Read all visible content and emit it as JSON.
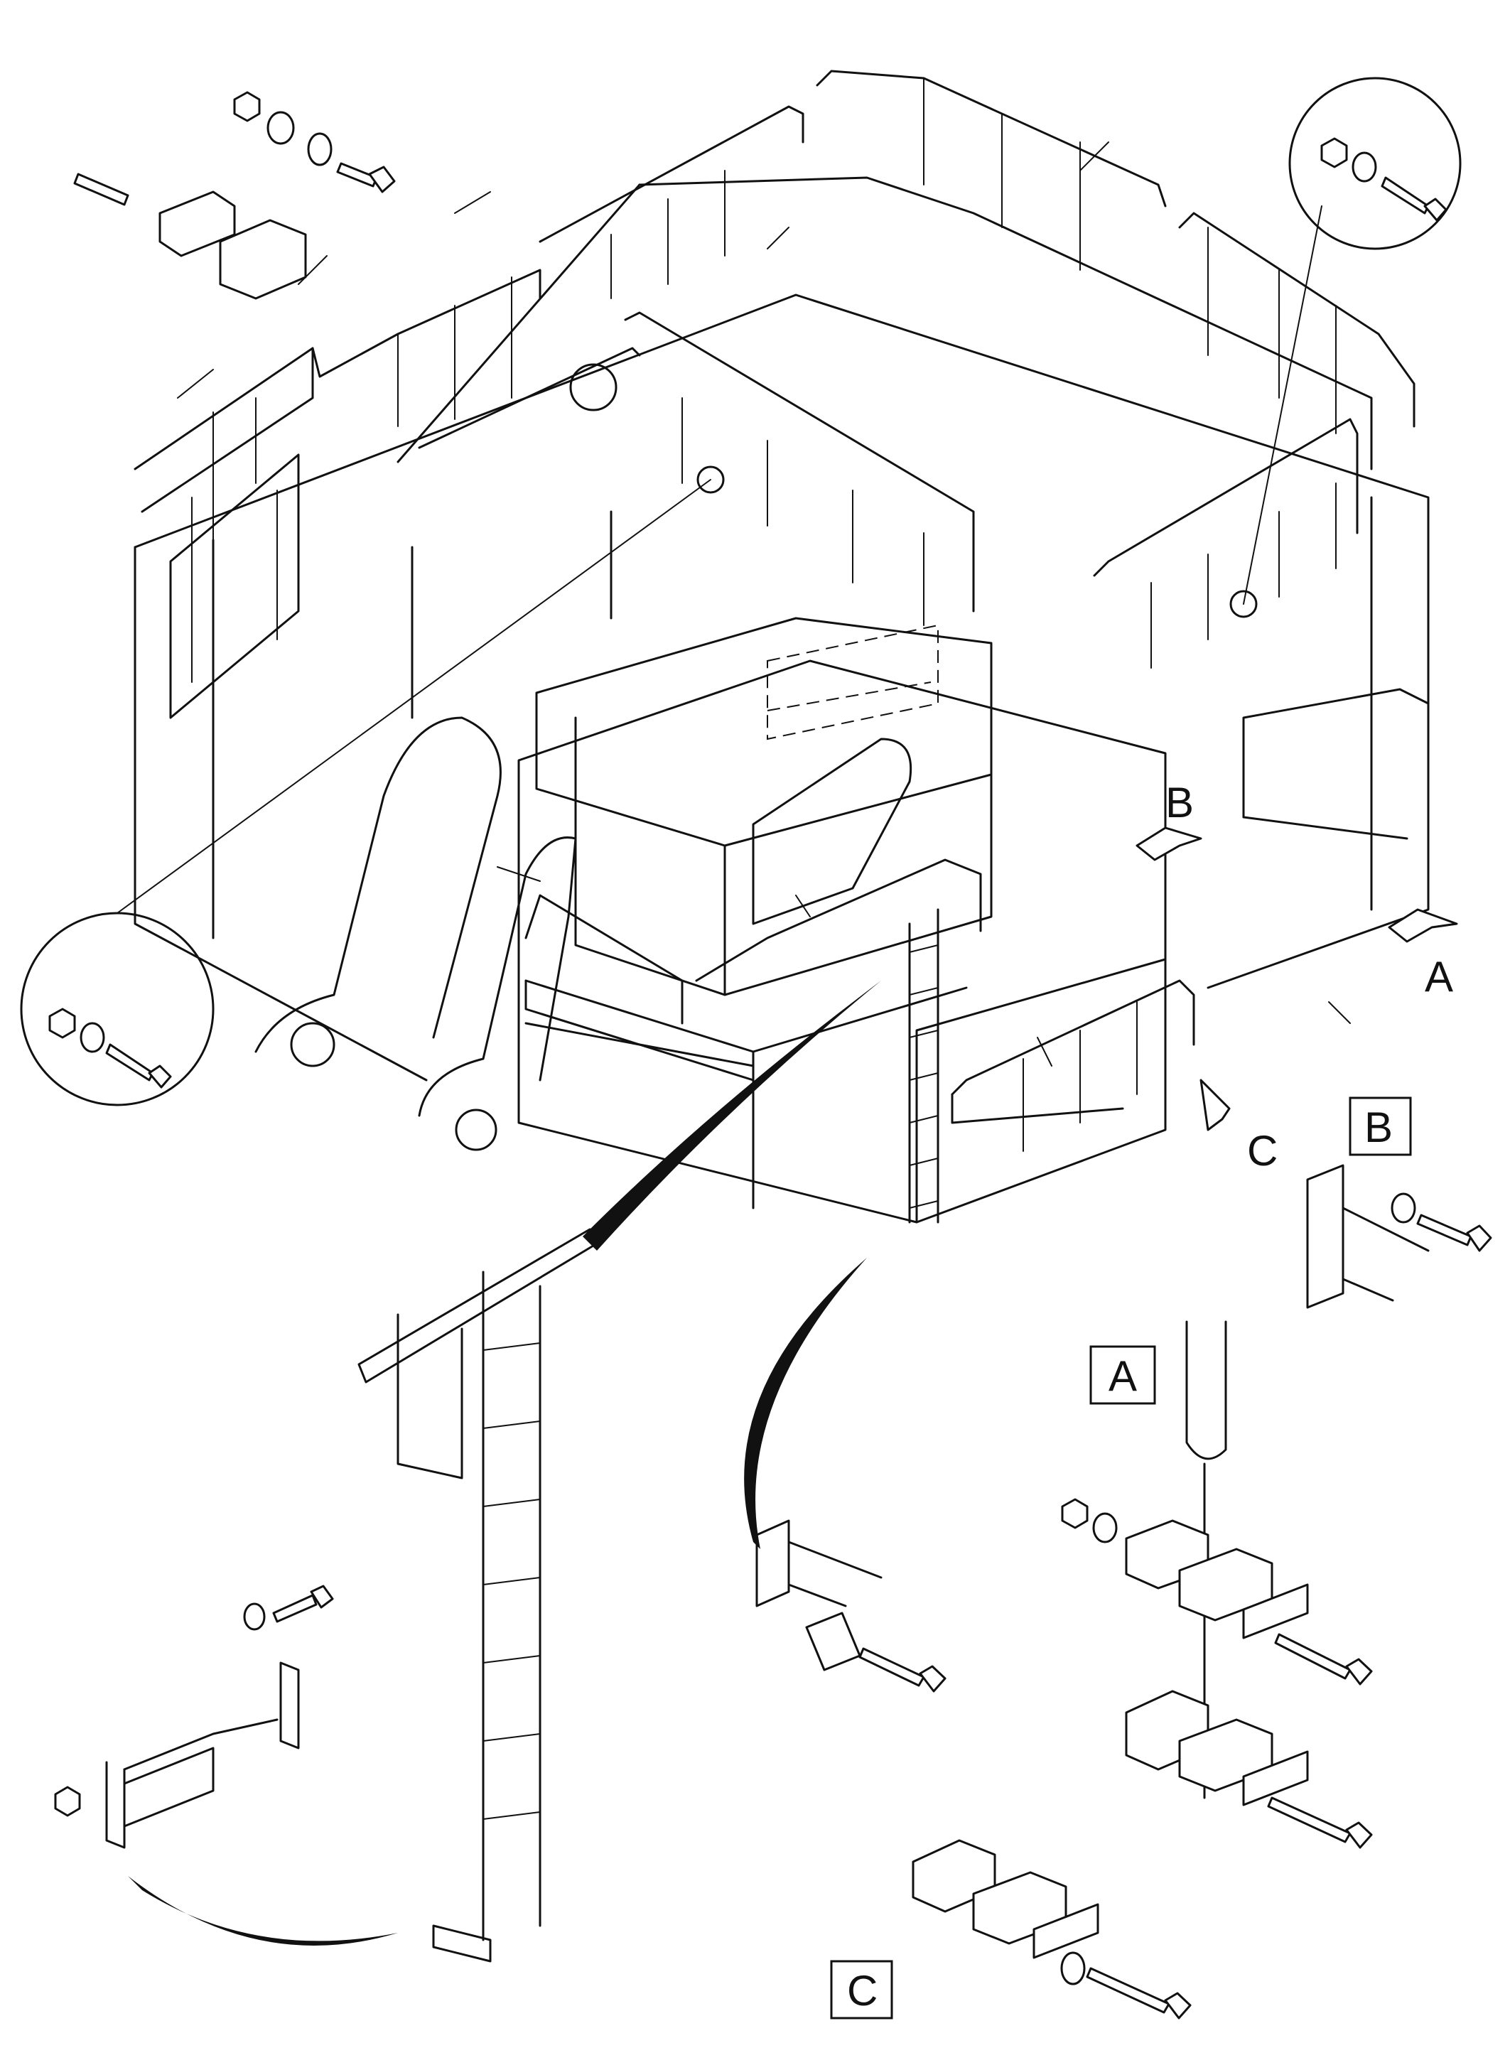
{
  "figure": {
    "callouts": [
      "A",
      "B",
      "C"
    ],
    "detail_titles": [
      "B",
      "A",
      "C"
    ]
  },
  "colors": {
    "ink": "#111111",
    "paper": "#ffffff"
  }
}
